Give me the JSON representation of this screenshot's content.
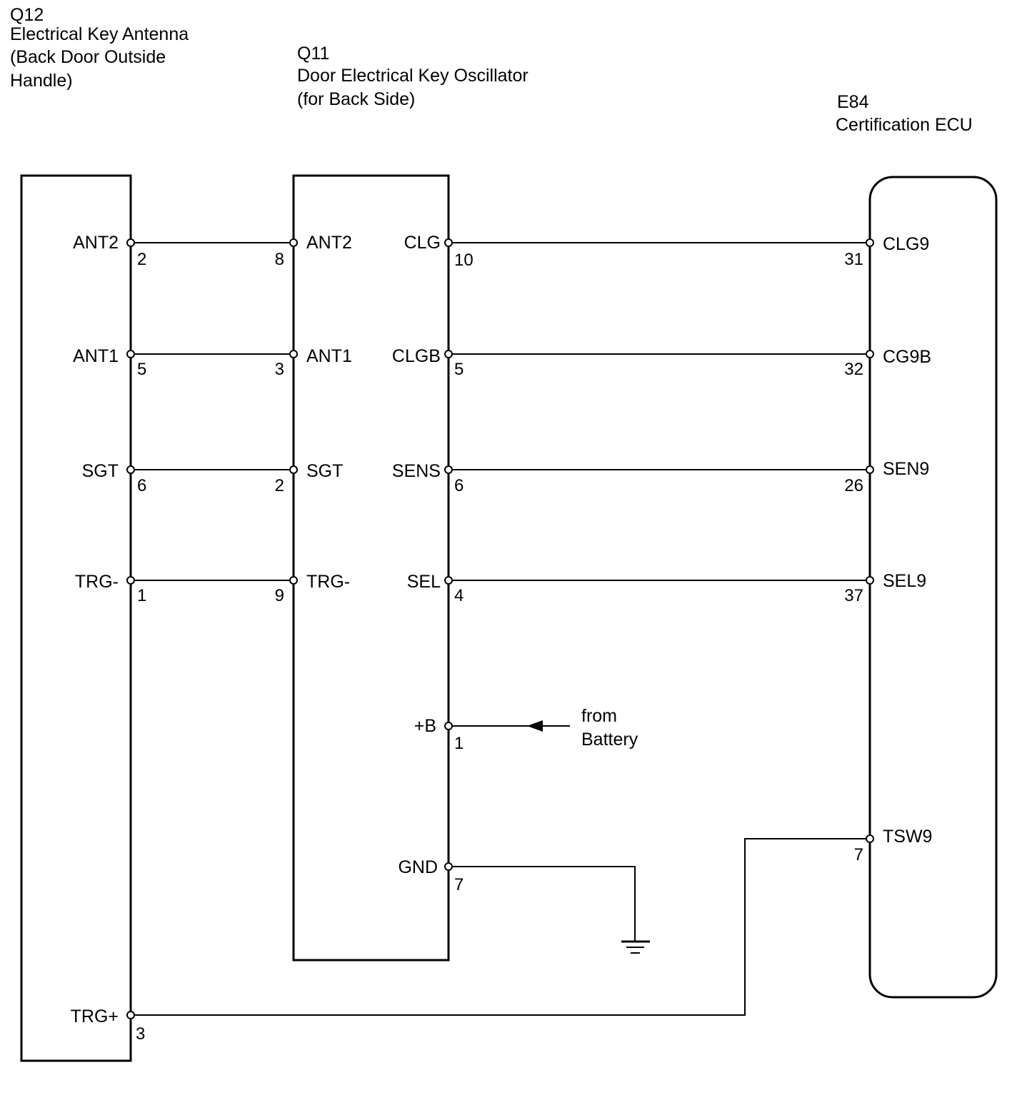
{
  "components": {
    "q12": {
      "code": "Q12",
      "name_lines": [
        "Electrical Key Antenna",
        "(Back Door Outside",
        "Handle)"
      ]
    },
    "q11": {
      "code": "Q11",
      "name_lines": [
        "Door Electrical Key Oscillator",
        "(for Back Side)"
      ]
    },
    "e84": {
      "code": "E84",
      "name_lines": [
        "Certification ECU"
      ]
    }
  },
  "pins": {
    "q12": [
      {
        "label": "ANT2",
        "number": "2"
      },
      {
        "label": "ANT1",
        "number": "5"
      },
      {
        "label": "SGT",
        "number": "6"
      },
      {
        "label": "TRG-",
        "number": "1"
      },
      {
        "label": "TRG+",
        "number": "3"
      }
    ],
    "q11_left": [
      {
        "label": "ANT2",
        "number": "8"
      },
      {
        "label": "ANT1",
        "number": "3"
      },
      {
        "label": "SGT",
        "number": "2"
      },
      {
        "label": "TRG-",
        "number": "9"
      }
    ],
    "q11_right": [
      {
        "label": "CLG",
        "number": "10"
      },
      {
        "label": "CLGB",
        "number": "5"
      },
      {
        "label": "SENS",
        "number": "6"
      },
      {
        "label": "SEL",
        "number": "4"
      },
      {
        "label": "+B",
        "number": "1"
      },
      {
        "label": "GND",
        "number": "7"
      }
    ],
    "e84": [
      {
        "label": "CLG9",
        "number": "31"
      },
      {
        "label": "CG9B",
        "number": "32"
      },
      {
        "label": "SEN9",
        "number": "26"
      },
      {
        "label": "SEL9",
        "number": "37"
      },
      {
        "label": "TSW9",
        "number": "7"
      }
    ]
  },
  "battery_note": [
    "from",
    "Battery"
  ],
  "connections": [
    {
      "from": "Q12-2 ANT2",
      "to": "Q11-8 ANT2"
    },
    {
      "from": "Q12-5 ANT1",
      "to": "Q11-3 ANT1"
    },
    {
      "from": "Q12-6 SGT",
      "to": "Q11-2 SGT"
    },
    {
      "from": "Q12-1 TRG-",
      "to": "Q11-9 TRG-"
    },
    {
      "from": "Q11-10 CLG",
      "to": "E84-31 CLG9"
    },
    {
      "from": "Q11-5 CLGB",
      "to": "E84-32 CG9B"
    },
    {
      "from": "Q11-6 SENS",
      "to": "E84-26 SEN9"
    },
    {
      "from": "Q11-4 SEL",
      "to": "E84-37 SEL9"
    },
    {
      "from": "Q12-3 TRG+",
      "to": "E84-7 TSW9"
    },
    {
      "from": "Q11-1 +B",
      "to": "Battery"
    },
    {
      "from": "Q11-7 GND",
      "to": "Ground"
    }
  ]
}
